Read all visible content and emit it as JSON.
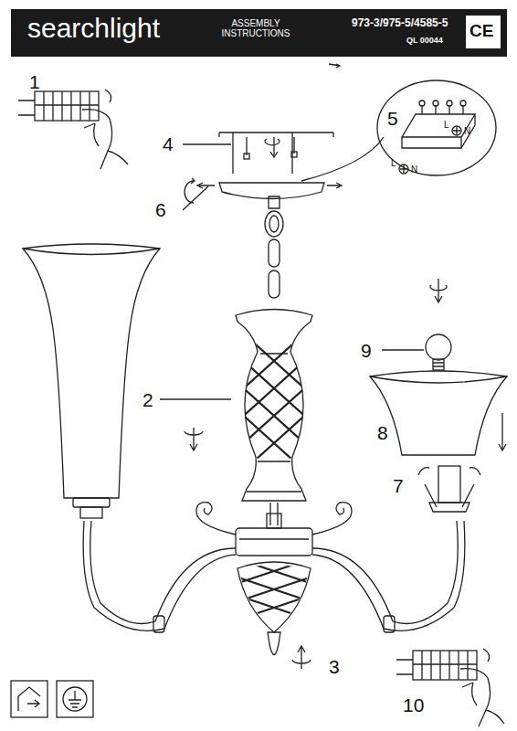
{
  "diagram": {
    "title": "ASSEMBLY INSTRUCTIONS",
    "labels": [
      "searchlight",
      "973-3/975-5/4585-5",
      "QL 00044",
      "CE",
      "1",
      "2",
      "3",
      "4",
      "5",
      "6",
      "7",
      "8",
      "9",
      "10",
      "L",
      "N",
      "L",
      "N"
    ]
  }
}
